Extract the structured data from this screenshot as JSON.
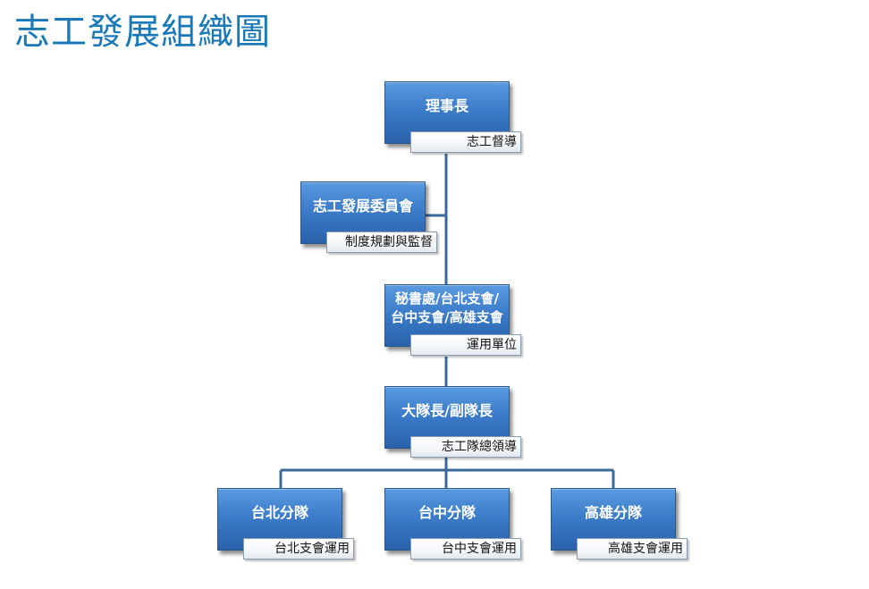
{
  "title": "志工發展組織圖",
  "colors": {
    "title": "#1878b8",
    "node_fill": "#3c7cc9",
    "node_border": "#2b5a88",
    "connector": "#3a6a9a",
    "tag_fill": "#f6f8fb"
  },
  "nodes": {
    "chairman": {
      "label": "理事長",
      "tag": "志工督導"
    },
    "committee": {
      "label": "志工發展委員會",
      "tag": "制度規劃與監督"
    },
    "operations": {
      "label_line1": "秘書處/台北支會/",
      "label_line2": "台中支會/高雄支會",
      "tag": "運用單位"
    },
    "captain": {
      "label": "大隊長/副隊長",
      "tag": "志工隊總領導"
    },
    "taipei": {
      "label": "台北分隊",
      "tag": "台北支會運用"
    },
    "taichung": {
      "label": "台中分隊",
      "tag": "台中支會運用"
    },
    "kaohsiung": {
      "label": "高雄分隊",
      "tag": "高雄支會運用"
    }
  }
}
